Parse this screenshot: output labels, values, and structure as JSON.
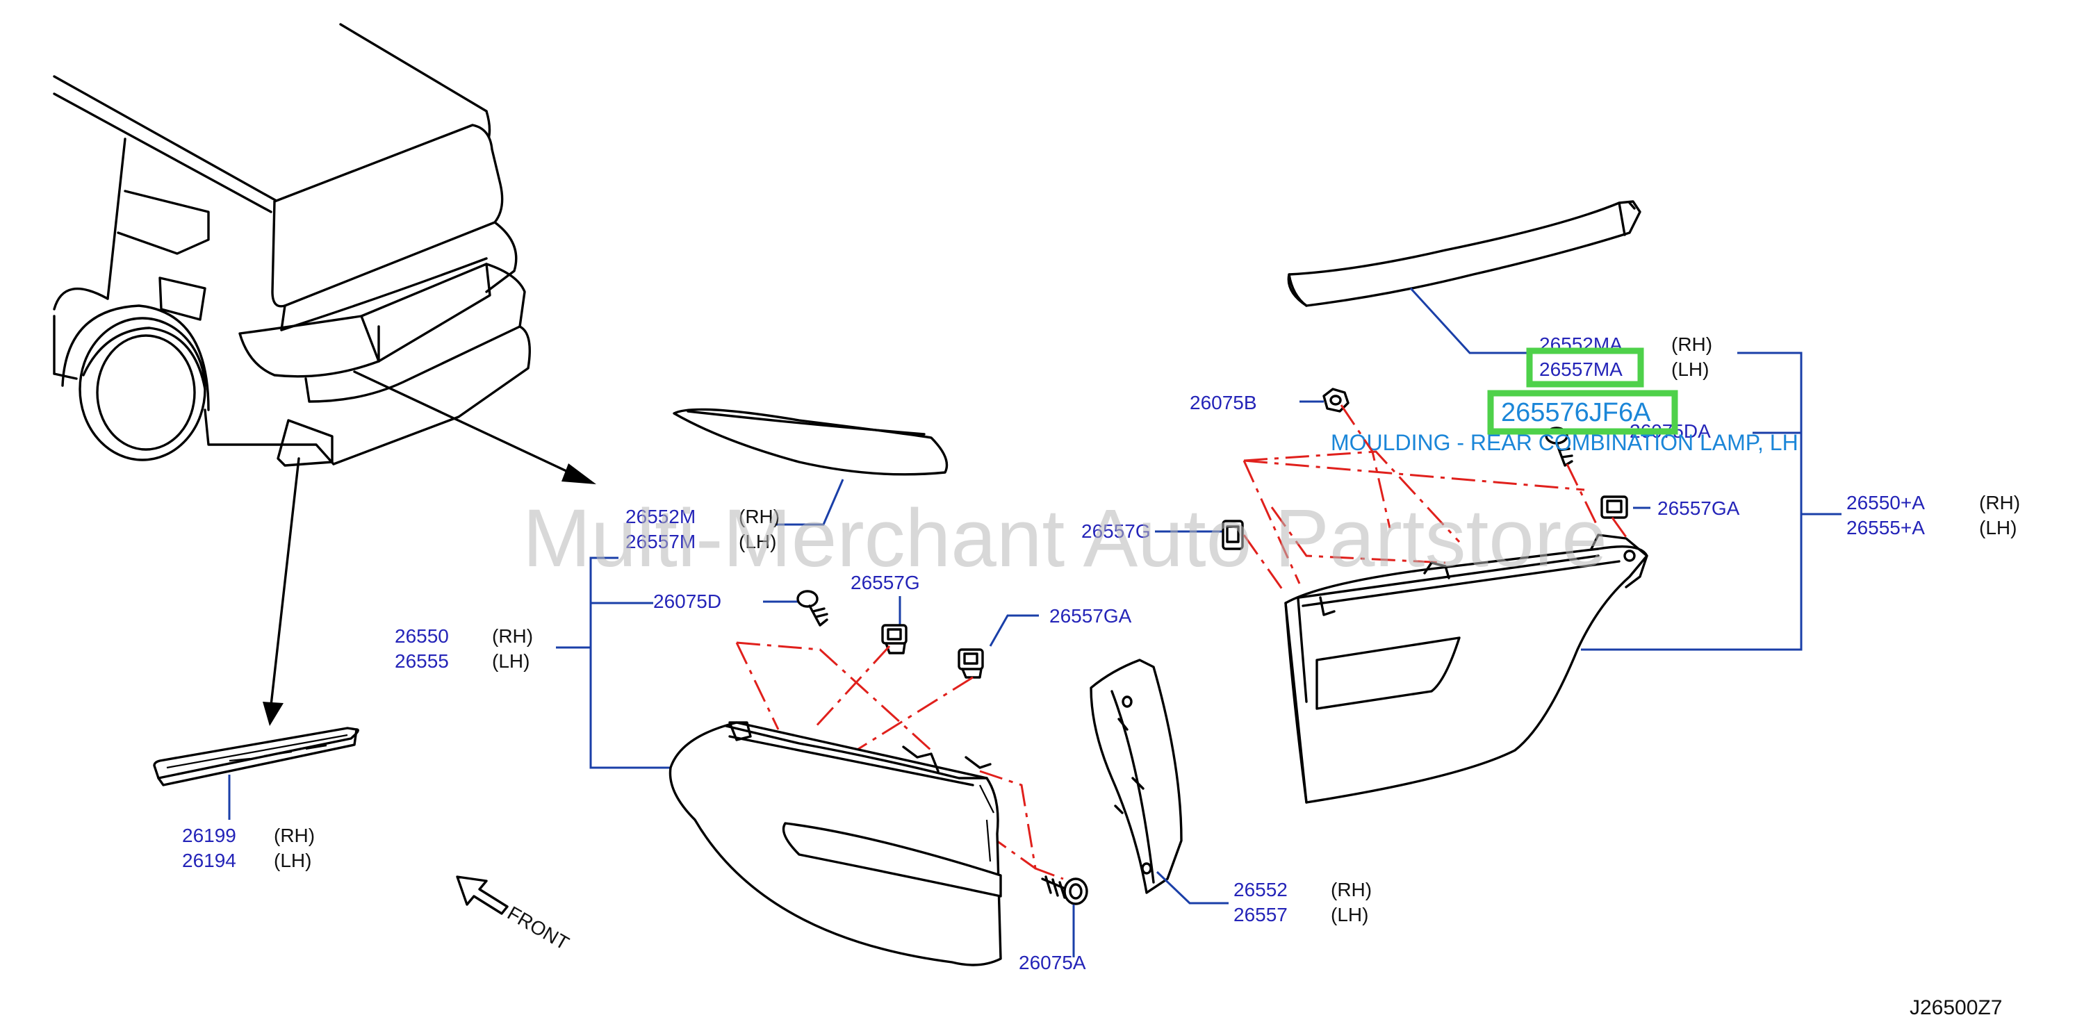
{
  "watermark": "Multi-Merchant Auto Partstore",
  "drawing_code": "J26500Z7",
  "front_label": "FRONT",
  "highlight": {
    "part_number": "265576JF6A",
    "description": "MOULDING - REAR COMBINATION LAMP, LH"
  },
  "callouts": {
    "c26199": {
      "num": "26199",
      "side": "(RH)"
    },
    "c26194": {
      "num": "26194",
      "side": "(LH)"
    },
    "c26552M": {
      "num": "26552M",
      "side": "(RH)"
    },
    "c26557M": {
      "num": "26557M",
      "side": "(LH)"
    },
    "c26075D": {
      "num": "26075D"
    },
    "c26557G_left": {
      "num": "26557G"
    },
    "c26557GA_left": {
      "num": "26557GA"
    },
    "c26550": {
      "num": "26550",
      "side": "(RH)"
    },
    "c26555": {
      "num": "26555",
      "side": "(LH)"
    },
    "c26075A": {
      "num": "26075A"
    },
    "c26552": {
      "num": "26552",
      "side": "(RH)"
    },
    "c26557": {
      "num": "26557",
      "side": "(LH)"
    },
    "c26552MA": {
      "num": "26552MA",
      "side": "(RH)"
    },
    "c26557MA": {
      "num": "26557MA",
      "side": "(LH)"
    },
    "c26075B": {
      "num": "26075B"
    },
    "c26075DA": {
      "num": "26075DA"
    },
    "c26557G_right": {
      "num": "26557G"
    },
    "c26557GA_right": {
      "num": "26557GA"
    },
    "c26550A": {
      "num": "26550+A",
      "side": "(RH)"
    },
    "c26555A": {
      "num": "26555+A",
      "side": "(LH)"
    }
  }
}
